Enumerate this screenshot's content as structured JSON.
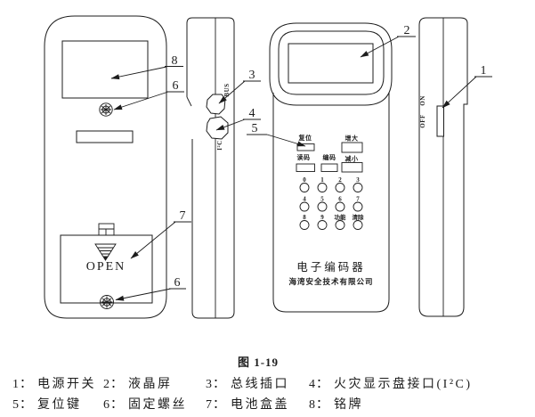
{
  "colors": {
    "ink": "#1c1c1c",
    "background": "#ffffff"
  },
  "caption": "图 1-19",
  "legend": [
    {
      "num": "1：",
      "label": "电源开关"
    },
    {
      "num": "2：",
      "label": "液晶屏"
    },
    {
      "num": "3：",
      "label": "总线插口"
    },
    {
      "num": "4：",
      "label": "火灾显示盘接口(I²C)"
    },
    {
      "num": "5：",
      "label": "复位键"
    },
    {
      "num": "6：",
      "label": "固定螺丝"
    },
    {
      "num": "7：",
      "label": "电池盒盖"
    },
    {
      "num": "8：",
      "label": "铭牌"
    }
  ],
  "callouts": {
    "power_switch": "1",
    "lcd_screen": "2",
    "bus_socket": "3",
    "i2c_port": "4",
    "reset_key": "5",
    "screw_top": "6",
    "screw_bottom": "6",
    "battery_cover": "7",
    "nameplate": "8"
  },
  "back_view": {
    "open_label": "OPEN"
  },
  "left_side_view": {
    "bus_label": "BUS",
    "i2c_label": "I²C"
  },
  "front_view": {
    "function_buttons": [
      {
        "label": "复位"
      },
      {
        "label": "增大"
      },
      {
        "label": "读码"
      },
      {
        "label": "编码"
      },
      {
        "label": "减小"
      }
    ],
    "keys": [
      "0",
      "1",
      "2",
      "3",
      "4",
      "5",
      "6",
      "7",
      "8",
      "9",
      "功能",
      "清除"
    ],
    "device_title": "电子编码器",
    "company": "海湾安全技术有限公司"
  },
  "right_side_view": {
    "on_label": "ON",
    "off_label": "OFF"
  }
}
